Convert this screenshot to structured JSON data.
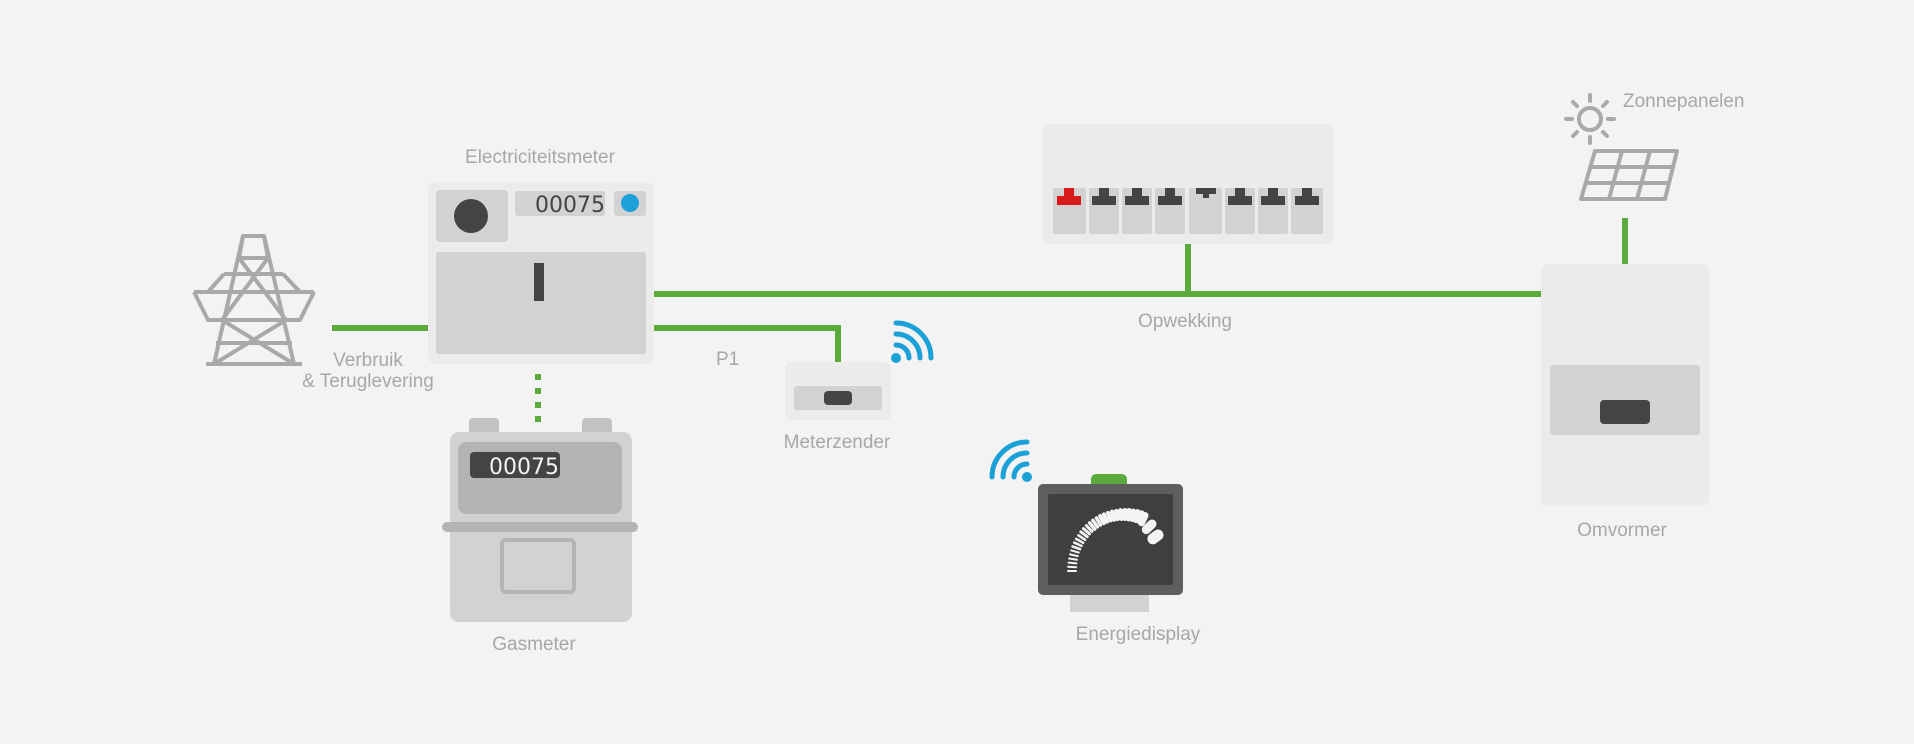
{
  "labels": {
    "electricity_meter": "Electriciteitsmeter",
    "consumption_line1": "Verbruik",
    "consumption_line2": "& Teruglevering",
    "p1": "P1",
    "meter_transmitter": "Meterzender",
    "generation": "Opwekking",
    "solar_panels": "Zonnepanelen",
    "inverter": "Omvormer",
    "gas_meter": "Gasmeter",
    "energy_display": "Energiedisplay"
  },
  "readings": {
    "electricity_meter": "00075",
    "gas_meter": "00075"
  },
  "colors": {
    "background": "#f3f3f3",
    "connection_line": "#5aaa3c",
    "wifi": "#1ba0d8",
    "breaker_highlight": "#d91a1a",
    "label_text": "#a7a7a7",
    "device_light": "#ebebeb",
    "device_mid": "#d2d2d2",
    "device_dark": "#444444"
  },
  "icons": [
    "power-pylon-icon",
    "sun-icon",
    "solar-panel-icon",
    "wifi-icon"
  ]
}
